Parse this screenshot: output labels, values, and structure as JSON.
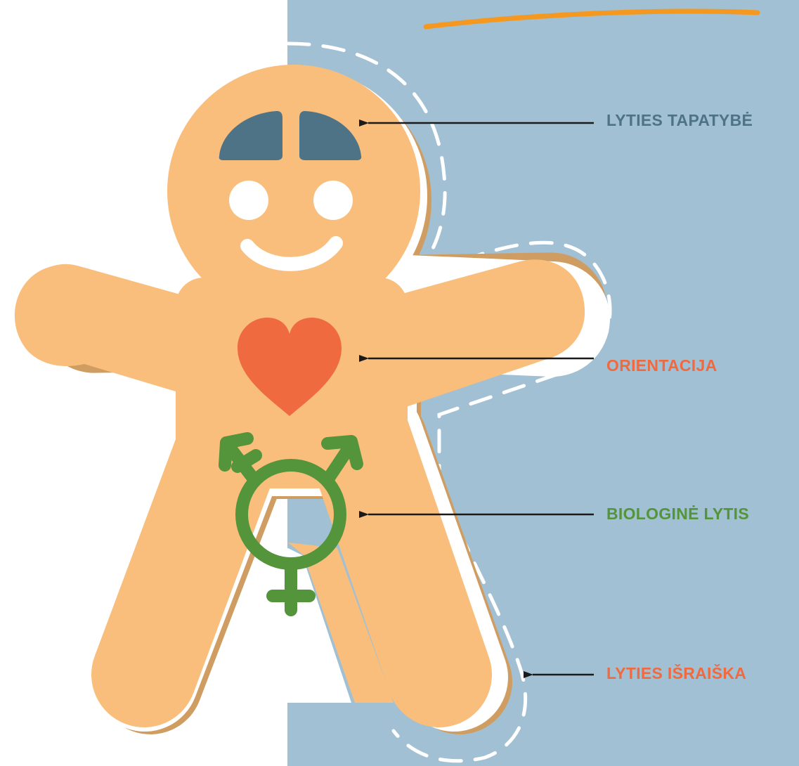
{
  "colors": {
    "background_panel": "#a1c0d3",
    "cookie": "#f9be7b",
    "cookie_shadow": "#cf9d62",
    "outline": "#ffffff",
    "brain": "#4e7387",
    "heart": "#f06a40",
    "symbol": "#54943a",
    "accent_line": "#f5981f",
    "arrow": "#1a1a1a"
  },
  "labels": {
    "gender_identity": {
      "text": "LYTIES TAPATYBĖ",
      "color": "#4e7387"
    },
    "orientation": {
      "text": "ORIENTACIJA",
      "color": "#f06a40"
    },
    "biological_sex": {
      "text": "BIOLOGINĖ LYTIS",
      "color": "#54943a"
    },
    "gender_expression": {
      "text": "LYTIES IŠRAIŠKA",
      "color": "#f06a40"
    }
  },
  "icons": {
    "brain": "brain-icon",
    "heart": "heart-icon",
    "transgender_symbol": "transgender-symbol-icon",
    "gingerbread": "gingerbread-person-icon"
  }
}
